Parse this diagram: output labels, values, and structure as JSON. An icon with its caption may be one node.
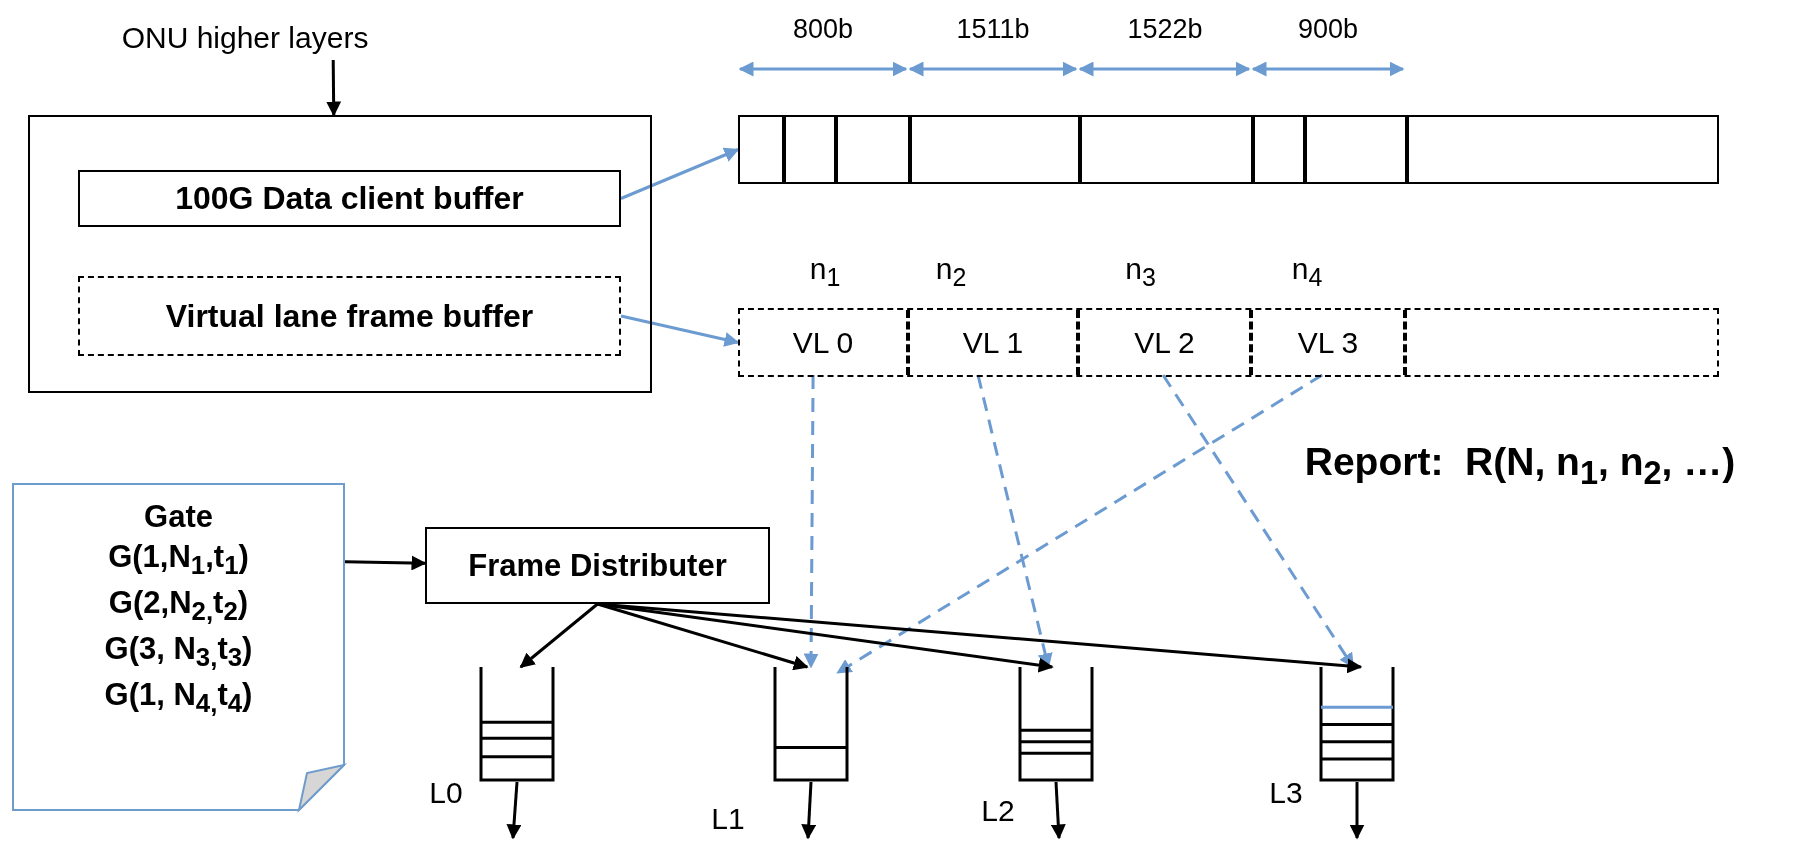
{
  "diagram": {
    "nodes": [
      {
        "text": [
          "ONU higher layers"
        ]
      },
      {
        "text": [],
        "shape": "box"
      },
      {
        "text": [
          "100G Data client buffer"
        ],
        "in": 1
      },
      {
        "text": [
          "Virtual lane frame buffer"
        ],
        "in": 1
      },
      {
        "text": [],
        "shape": "bar"
      },
      {
        "text": [],
        "shape": "bar"
      },
      {
        "text": [
          "VL 0"
        ],
        "in": 5,
        "beside": [
          "n$_{1}$"
        ]
      },
      {
        "text": [
          "VL 1"
        ],
        "in": 5,
        "beside": [
          "n$_{2}$"
        ]
      },
      {
        "text": [
          "VL 2"
        ],
        "in": 5,
        "beside": [
          "n$_{3}$"
        ]
      },
      {
        "text": [
          "VL 3"
        ],
        "in": 5,
        "beside": [
          "n$_{4}$"
        ]
      },
      {
        "text": [
          "Gate",
          "G(1,N$_{1}$,t$_{1}$)",
          "G(2,N$_{2,}$t$_{2}$)",
          "G(3, N$_{3,}$t$_{3}$)",
          "G(1, N$_{4,}$t$_{4}$)"
        ]
      },
      {
        "text": [
          "Frame  Distributer"
        ]
      },
      {
        "text": [],
        "shape": "queue",
        "beside": [
          "L0"
        ]
      },
      {
        "text": [],
        "shape": "queue",
        "beside": [
          "L1"
        ]
      },
      {
        "text": [],
        "shape": "queue",
        "beside": [
          "L2"
        ]
      },
      {
        "text": [],
        "shape": "queue",
        "beside": [
          "L3"
        ]
      }
    ],
    "edges": [
      {
        "from": 0,
        "to": 1,
        "arrow": "to"
      },
      {
        "from": 2,
        "to": 4,
        "arrow": "to",
        "color": "#6b9bd1"
      },
      {
        "from": 3,
        "to": 5,
        "arrow": "to",
        "color": "#6b9bd1"
      },
      {
        "from": 6,
        "to": 13,
        "arrow": "to",
        "style": "dashed",
        "color": "#6b9bd1"
      },
      {
        "from": 7,
        "to": 14,
        "arrow": "to",
        "style": "dashed",
        "color": "#6b9bd1"
      },
      {
        "from": 8,
        "to": 15,
        "arrow": "to",
        "style": "dashed",
        "color": "#6b9bd1"
      },
      {
        "from": 9,
        "to": 13,
        "arrow": "to",
        "style": "dashed",
        "color": "#6b9bd1"
      },
      {
        "from": 10,
        "to": 11,
        "arrow": "to"
      },
      {
        "from": 11,
        "to": 12,
        "arrow": "to"
      },
      {
        "from": 11,
        "to": 13,
        "arrow": "to"
      },
      {
        "from": 11,
        "to": 14,
        "arrow": "to"
      },
      {
        "from": 11,
        "to": 15,
        "arrow": "to"
      },
      {
        "from": 12,
        "to": null,
        "arrow": "to"
      },
      {
        "from": 13,
        "to": null,
        "arrow": "to"
      },
      {
        "from": 14,
        "to": null,
        "arrow": "to"
      },
      {
        "from": 15,
        "to": null,
        "arrow": "to"
      }
    ],
    "labels": [
      "800b",
      "1511b",
      "1522b",
      "900b",
      "Report:  R(N, n$_{1}$, n$_{2}$, …)"
    ]
  }
}
